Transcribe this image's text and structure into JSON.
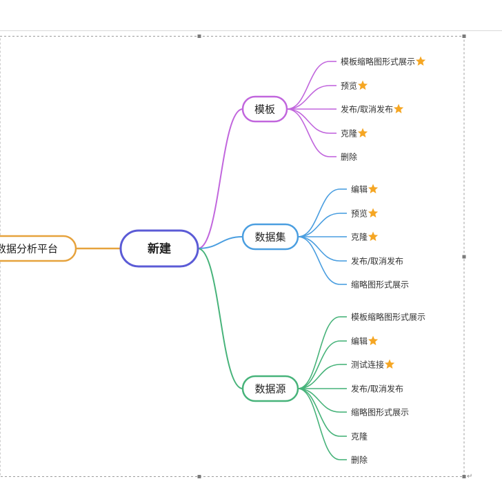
{
  "colors": {
    "root": "#e6a23c",
    "center": "#5b5bd6",
    "template": "#c166dd",
    "dataset": "#4a9ee0",
    "datasource": "#47b37a",
    "star": "#f5a623"
  },
  "root": {
    "label": "数据分析平台"
  },
  "center": {
    "label": "新建"
  },
  "branches": [
    {
      "label": "模板",
      "color_key": "template",
      "items": [
        {
          "label": "模板缩略图形式展示",
          "star": true
        },
        {
          "label": "预览",
          "star": true
        },
        {
          "label": "发布/取消发布",
          "star": true
        },
        {
          "label": "克隆",
          "star": true
        },
        {
          "label": "删除",
          "star": false
        }
      ]
    },
    {
      "label": "数据集",
      "color_key": "dataset",
      "items": [
        {
          "label": "编辑",
          "star": true
        },
        {
          "label": "预览",
          "star": true
        },
        {
          "label": "克隆",
          "star": true
        },
        {
          "label": "发布/取消发布",
          "star": false
        },
        {
          "label": "缩略图形式展示",
          "star": false
        }
      ]
    },
    {
      "label": "数据源",
      "color_key": "datasource",
      "items": [
        {
          "label": "模板缩略图形式展示",
          "star": false
        },
        {
          "label": "编辑",
          "star": true
        },
        {
          "label": "测试连接",
          "star": true
        },
        {
          "label": "发布/取消发布",
          "star": false
        },
        {
          "label": "缩略图形式展示",
          "star": false
        },
        {
          "label": "克隆",
          "star": false
        },
        {
          "label": "删除",
          "star": false
        }
      ]
    }
  ]
}
